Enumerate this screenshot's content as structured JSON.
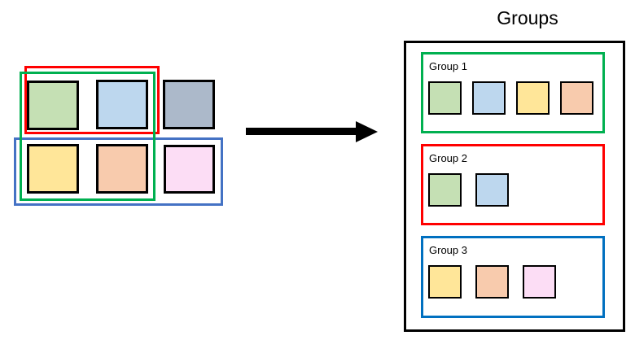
{
  "palette": {
    "green": "#c5e0b4",
    "blue": "#bdd7ee",
    "gray": "#acb9ca",
    "yellow": "#ffe699",
    "orange": "#f8cbad",
    "pink": "#fcddf5"
  },
  "left_diagram": {
    "squares": [
      "green",
      "blue",
      "gray",
      "yellow",
      "orange",
      "pink"
    ],
    "selections": [
      {
        "name": "red-selection",
        "color": "#ff0000",
        "contains": [
          "green",
          "blue"
        ]
      },
      {
        "name": "green-selection",
        "color": "#00b050",
        "contains": [
          "green",
          "blue",
          "yellow",
          "orange"
        ]
      },
      {
        "name": "blue-selection",
        "color": "#4472c4",
        "contains": [
          "yellow",
          "orange",
          "pink"
        ]
      }
    ]
  },
  "arrow": {
    "direction": "right",
    "color": "#000000"
  },
  "groups_panel": {
    "title": "Groups",
    "border_color": "#000000",
    "groups": [
      {
        "label": "Group 1",
        "border_color": "#00b050",
        "items": [
          "green",
          "blue",
          "yellow",
          "orange"
        ]
      },
      {
        "label": "Group 2",
        "border_color": "#ff0000",
        "items": [
          "green",
          "blue"
        ]
      },
      {
        "label": "Group 3",
        "border_color": "#0070c0",
        "items": [
          "yellow",
          "orange",
          "pink"
        ]
      }
    ]
  }
}
